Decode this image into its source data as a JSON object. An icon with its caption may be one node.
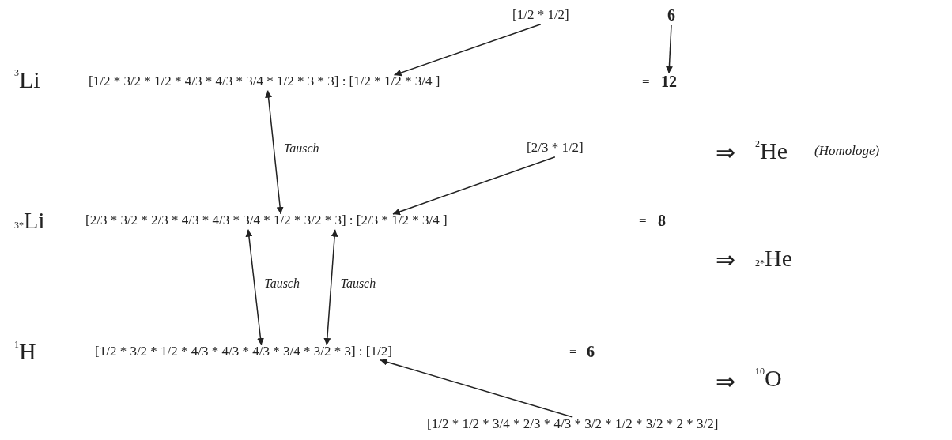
{
  "diagram": {
    "nodes": [
      {
        "text": [
          "[1/2 * 1/2]"
        ]
      },
      {
        "text": [
          "6"
        ]
      },
      {
        "text": [
          "[1/2 * 3/2 * 1/2 * 4/3 * 4/3 * 3/4 * 1/2 * 3 * 3] : [1/2 * 1/2 * 3/4 ]"
        ]
      },
      {
        "text": [
          "12"
        ]
      },
      {
        "text": [
          "[2/3 * 1/2]"
        ]
      },
      {
        "text": [
          "[2/3 * 3/2 * 2/3 * 4/3 * 4/3 * 3/4 * 1/2 * 3/2 * 3] : [2/3 * 1/2 * 3/4 ]"
        ]
      },
      {
        "text": [
          "8"
        ]
      },
      {
        "text": [
          "[1/2 * 3/2 * 1/2 * 4/3 * 4/3 * 4/3 * 3/4 * 3/2 * 3] : [1/2]"
        ]
      },
      {
        "text": [
          "6"
        ]
      },
      {
        "text": [
          "[1/2 * 1/2 * 3/4 * 2/3 * 4/3 * 3/2 * 1/2 * 3/2 * 2 * 3/2]"
        ]
      }
    ],
    "edges": [
      {
        "from": 0,
        "to": 2,
        "arrow": "to"
      },
      {
        "from": 1,
        "to": 3,
        "arrow": "to"
      },
      {
        "from": 2,
        "to": 5,
        "arrow": "both",
        "label": "Tausch"
      },
      {
        "from": 4,
        "to": 5,
        "arrow": "to"
      },
      {
        "from": 5,
        "to": 7,
        "arrow": "both",
        "label": "Tausch"
      },
      {
        "from": 5,
        "to": 7,
        "arrow": "both",
        "label": "Tausch"
      },
      {
        "from": 9,
        "to": 7,
        "arrow": "to"
      }
    ],
    "labels": [
      "$^{3}$Li",
      "=",
      "⇒",
      "$^{2}$He",
      "(Homologe)",
      "$_{3*}$Li",
      "=",
      "⇒",
      "$_{2*}$He",
      "$^{1}$H",
      "=",
      "⇒",
      "$^{10}$O"
    ]
  }
}
